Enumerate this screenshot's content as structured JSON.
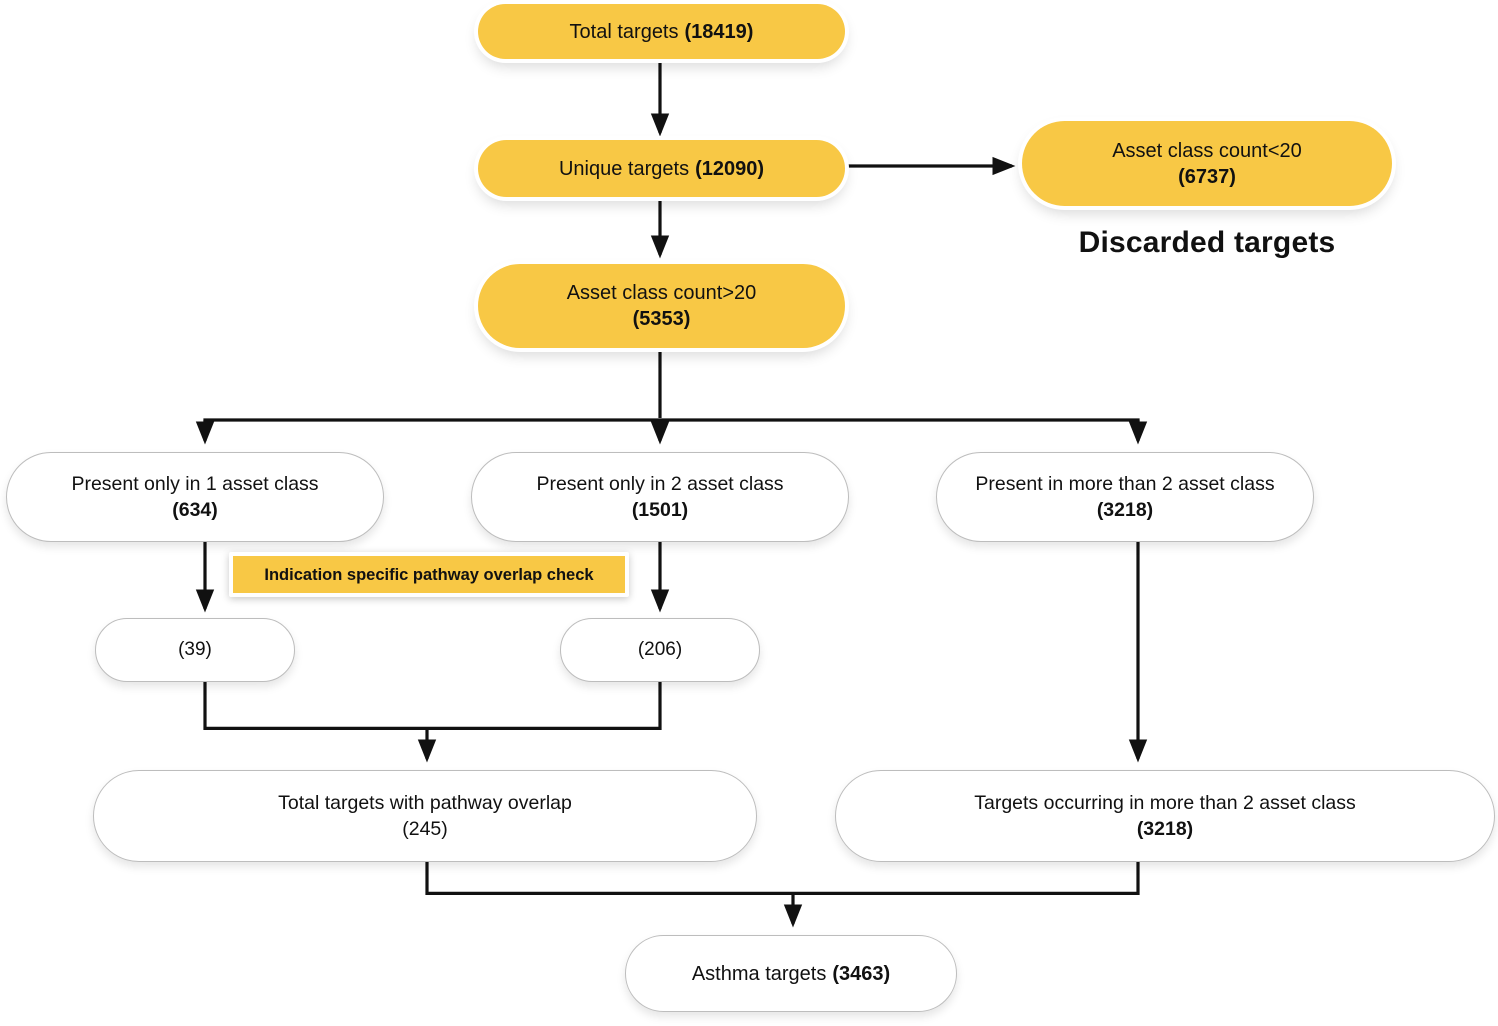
{
  "colors": {
    "node_yellow": "#F8C845",
    "node_border_gray": "#BDBDBD",
    "arrow_black": "#111111",
    "background": "#FFFFFF"
  },
  "nodes": {
    "total_targets": {
      "label": "Total targets",
      "value": "(18419)"
    },
    "unique_targets": {
      "label": "Unique targets",
      "value": "(12090)"
    },
    "asset_count_lt20": {
      "label": "Asset class count<20",
      "value": "(6737)"
    },
    "discarded": {
      "label": "Discarded targets"
    },
    "asset_count_gt20": {
      "label": "Asset class count>20",
      "value": "(5353)"
    },
    "present_only_1": {
      "label": "Present only in 1 asset class",
      "value": "(634)"
    },
    "present_only_2": {
      "label": "Present only in  2 asset class",
      "value": "(1501)"
    },
    "present_more_2": {
      "label": "Present in more than 2 asset class",
      "value": "(3218)"
    },
    "pathway_check": {
      "label": "Indication specific pathway overlap check"
    },
    "overlap_result_1": {
      "value": "(39)"
    },
    "overlap_result_2": {
      "value": "(206)"
    },
    "total_overlap": {
      "label": "Total targets with pathway overlap",
      "value": "(245)"
    },
    "occurring_more_2": {
      "label": "Targets occurring in more than 2 asset class",
      "value": "(3218)"
    },
    "asthma_targets": {
      "label": "Asthma targets",
      "value": "(3463)"
    }
  }
}
